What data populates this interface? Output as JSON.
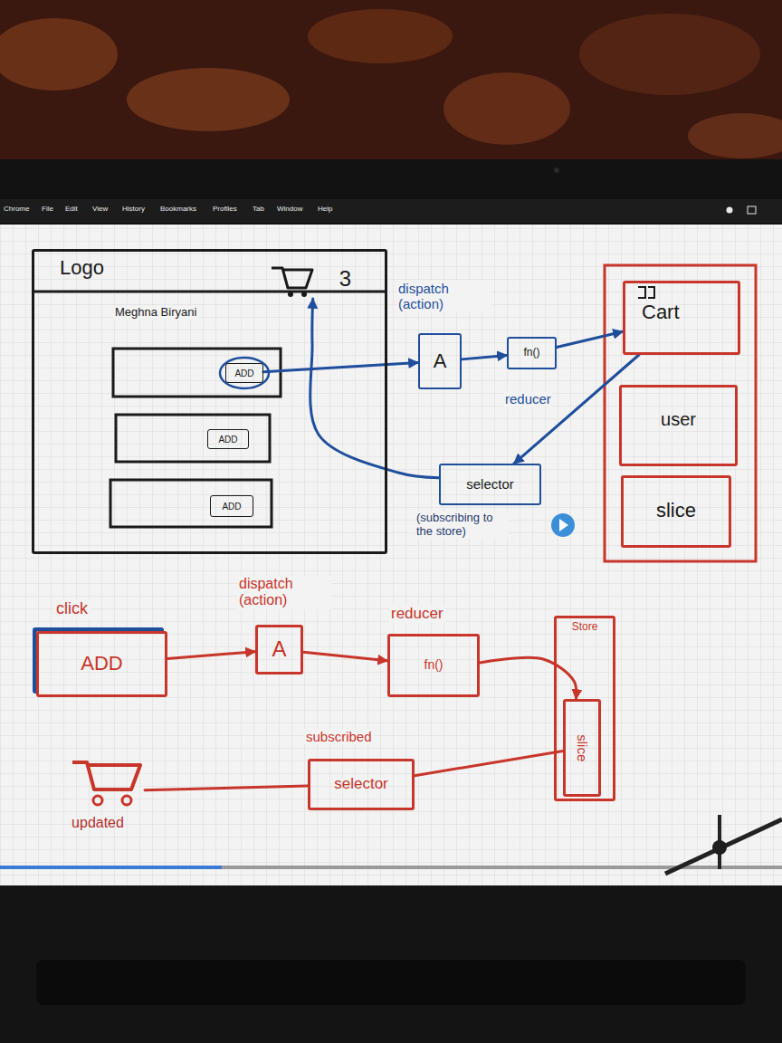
{
  "diagram": {
    "nodes": [
      {
        "text": [
          "Logo"
        ]
      },
      {
        "text": [
          "3"
        ],
        "in": 0
      },
      {
        "text": [
          "ADD"
        ],
        "in": 0
      },
      {
        "text": [
          "ADD"
        ],
        "in": 0
      },
      {
        "text": [
          "ADD"
        ],
        "in": 0
      },
      {
        "text": [
          "A"
        ]
      },
      {
        "text": [
          "fn()"
        ]
      },
      {
        "text": [
          "Cart"
        ]
      },
      {
        "text": [
          "user"
        ]
      },
      {
        "text": [
          "slice"
        ]
      },
      {
        "text": [
          "selector"
        ]
      },
      {
        "text": [
          "ADD"
        ]
      },
      {
        "text": [
          "A"
        ]
      },
      {
        "text": [
          "fn()"
        ]
      },
      {
        "text": [
          "Store"
        ]
      },
      {
        "text": [
          "slice"
        ],
        "in": 14
      },
      {
        "text": [
          "selector"
        ]
      },
      {
        "text": [
          "updated"
        ]
      }
    ],
    "edges": [
      {
        "from": 2,
        "to": 5,
        "arrow": "to"
      },
      {
        "from": 5,
        "to": 6,
        "arrow": "to"
      },
      {
        "from": 6,
        "to": 7,
        "arrow": "to"
      },
      {
        "from": 7,
        "to": 10,
        "arrow": "to"
      },
      {
        "from": 10,
        "to": 1,
        "arrow": "to"
      },
      {
        "from": 11,
        "to": 12,
        "arrow": "to"
      },
      {
        "from": 12,
        "to": 13,
        "arrow": "to"
      },
      {
        "from": 13,
        "to": 15,
        "arrow": "to"
      },
      {
        "from": 15,
        "to": 16,
        "arrow": "none"
      },
      {
        "from": 16,
        "to": 17,
        "arrow": "none"
      }
    ],
    "labels": [
      "Chrome",
      "File",
      "Edit",
      "View",
      "History",
      "Bookmarks",
      "Profiles",
      "Tab",
      "Window",
      "Help",
      "Meghna Biryani",
      "dispatch (action)",
      "reducer",
      "(subscribing to the store)",
      "click",
      "dispatch (action)",
      "reducer",
      "subscribed"
    ]
  }
}
